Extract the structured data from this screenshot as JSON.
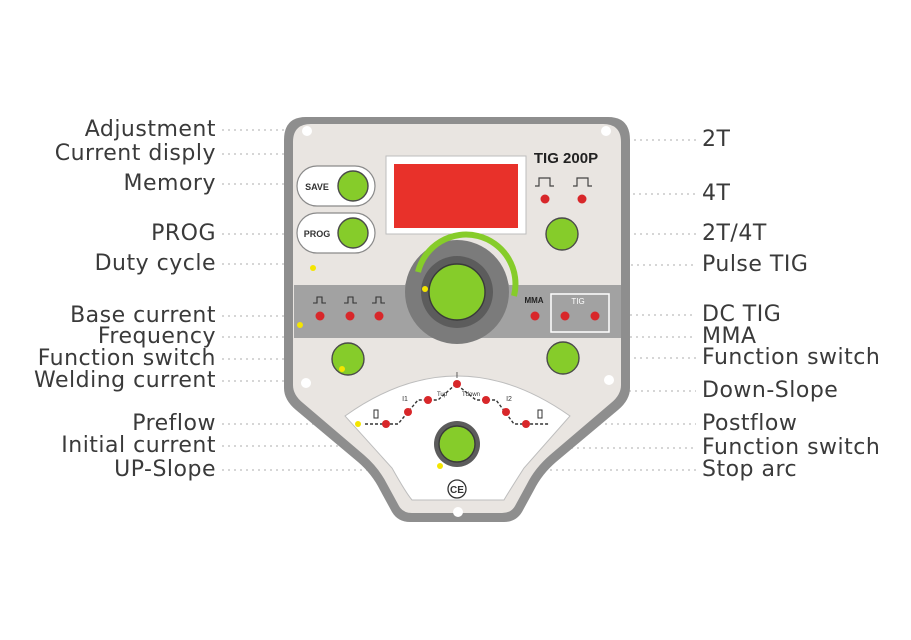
{
  "panel": {
    "model": "TIG 200P",
    "save_button": "SAVE",
    "prog_button": "PROG",
    "mma_label": "MMA",
    "tig_label": "TIG",
    "ce_mark": "CE",
    "process_labels": [
      "I",
      "I1",
      "Tup",
      "Tdown",
      "I2"
    ],
    "colors": {
      "body": "#8e8e8e",
      "face": "#e9e5e1",
      "display": "#e8312a",
      "knob_green": "#86cc2a",
      "led_red": "#d8272a",
      "led_yellow": "#f4e500"
    }
  },
  "callouts": {
    "left": [
      {
        "id": "adjustment",
        "text": "Adjustment"
      },
      {
        "id": "current-display",
        "text": "Current disply"
      },
      {
        "id": "memory",
        "text": "Memory"
      },
      {
        "id": "prog",
        "text": "PROG"
      },
      {
        "id": "duty-cycle",
        "text": "Duty cycle"
      },
      {
        "id": "base-current",
        "text": "Base current"
      },
      {
        "id": "frequency",
        "text": "Frequency"
      },
      {
        "id": "function-switch-left",
        "text": "Function switch"
      },
      {
        "id": "welding-current",
        "text": "Welding current"
      },
      {
        "id": "preflow",
        "text": "Preflow"
      },
      {
        "id": "initial-current",
        "text": "Initial current"
      },
      {
        "id": "up-slope",
        "text": "UP-Slope"
      }
    ],
    "right": [
      {
        "id": "mode-2t",
        "text": "2T"
      },
      {
        "id": "mode-4t",
        "text": "4T"
      },
      {
        "id": "mode-2t4t",
        "text": "2T/4T"
      },
      {
        "id": "pulse-tig",
        "text": "Pulse TIG"
      },
      {
        "id": "dc-tig",
        "text": "DC  TIG"
      },
      {
        "id": "mma",
        "text": "MMA"
      },
      {
        "id": "function-switch-right",
        "text": "Function switch"
      },
      {
        "id": "down-slope",
        "text": "Down-Slope"
      },
      {
        "id": "postflow",
        "text": "Postflow"
      },
      {
        "id": "function-switch-bottom",
        "text": "Function switch"
      },
      {
        "id": "stop-arc",
        "text": "Stop arc"
      }
    ]
  }
}
